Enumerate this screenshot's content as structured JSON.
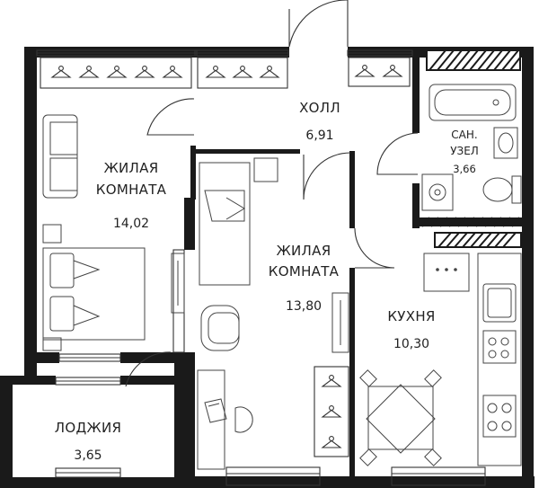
{
  "rooms": [
    {
      "key": "living1",
      "name_lines": [
        "ЖИЛАЯ",
        "КОМНАТА"
      ],
      "area": "14,02"
    },
    {
      "key": "hall",
      "name_lines": [
        "ХОЛЛ"
      ],
      "area": "6,91"
    },
    {
      "key": "bathroom",
      "name_lines": [
        "САН.",
        "УЗЕЛ"
      ],
      "area": "3,66"
    },
    {
      "key": "living2",
      "name_lines": [
        "ЖИЛАЯ",
        "КОМНАТА"
      ],
      "area": "13,80"
    },
    {
      "key": "kitchen",
      "name_lines": [
        "КУХНЯ"
      ],
      "area": "10,30"
    },
    {
      "key": "loggia",
      "name_lines": [
        "ЛОДЖИЯ"
      ],
      "area": "3,65"
    }
  ],
  "colors": {
    "wall": "#1a1a1a",
    "line": "#333333",
    "background": "#ffffff"
  },
  "icons": [
    "hanger-icon",
    "sofa-icon",
    "double-bed-icon",
    "single-bed-icon",
    "armchair-icon",
    "desk-icon",
    "laptop-icon",
    "chair-icon",
    "bathtub-icon",
    "sink-icon",
    "washing-machine-icon",
    "toilet-icon",
    "fridge-icon",
    "stove-icon",
    "dining-table-icon",
    "door-icon"
  ]
}
